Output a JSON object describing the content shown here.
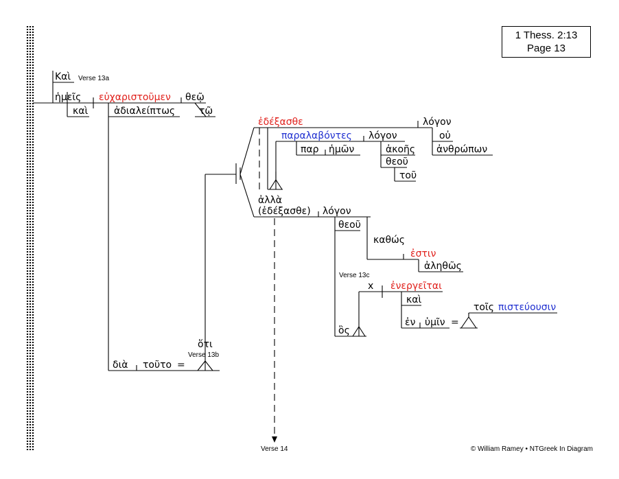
{
  "reference": {
    "book_chapter": "1 Thess. 2:13",
    "page": "Page 13"
  },
  "labels": {
    "verse_13a": "Verse 13a",
    "verse_13b": "Verse 13b",
    "verse_13c": "Verse 13c",
    "verse_14": "Verse 14",
    "copyright": "© William Ramey • NTGreek In Diagram"
  },
  "words": {
    "kai_intro": "Καὶ",
    "hemeis": "ἡμεῖς",
    "eucharistoumen": "εὐχαριστοῦμεν",
    "theo": "θεῷ",
    "kai_1": "καὶ",
    "adialeiptos": "ἀδιαλείπτως",
    "to": "τῷ",
    "edexasthe": "ἐδέξασθε",
    "logon_1": "λόγον",
    "ou": "οὐ",
    "anthropon": "ἀνθρώπων",
    "paralabontes": "παραλαβόντες",
    "logon_2": "λόγον",
    "par": "παρ",
    "hemon": "ἡμῶν",
    "akoes": "ἀκοῆς",
    "theou_1": "θεοῦ",
    "tou": "τοῦ",
    "alla": "ἀλλὰ",
    "edexasthe_paren": "(ἐδέξασθε)",
    "logon_3": "λόγον",
    "theou_2": "θεοῦ",
    "kathos": "καθώς",
    "estin": "ἐστιν",
    "alethos": "ἀληθῶς",
    "x": "x",
    "energeitai": "ἐνεργεῖται",
    "kai_2": "καὶ",
    "en": "ἐν",
    "humin": "ὑμῖν",
    "equals_1": "=",
    "tois": "τοῖς",
    "pisteuousin": "πιστεύουσιν",
    "hos": "ὃς",
    "hoti": "ὅτι",
    "dia": "διὰ",
    "touto": "τοῦτο",
    "equals_2": "="
  },
  "colors": {
    "verb": "#e0201b",
    "participle": "#1f2fd0",
    "ink": "#000000"
  }
}
